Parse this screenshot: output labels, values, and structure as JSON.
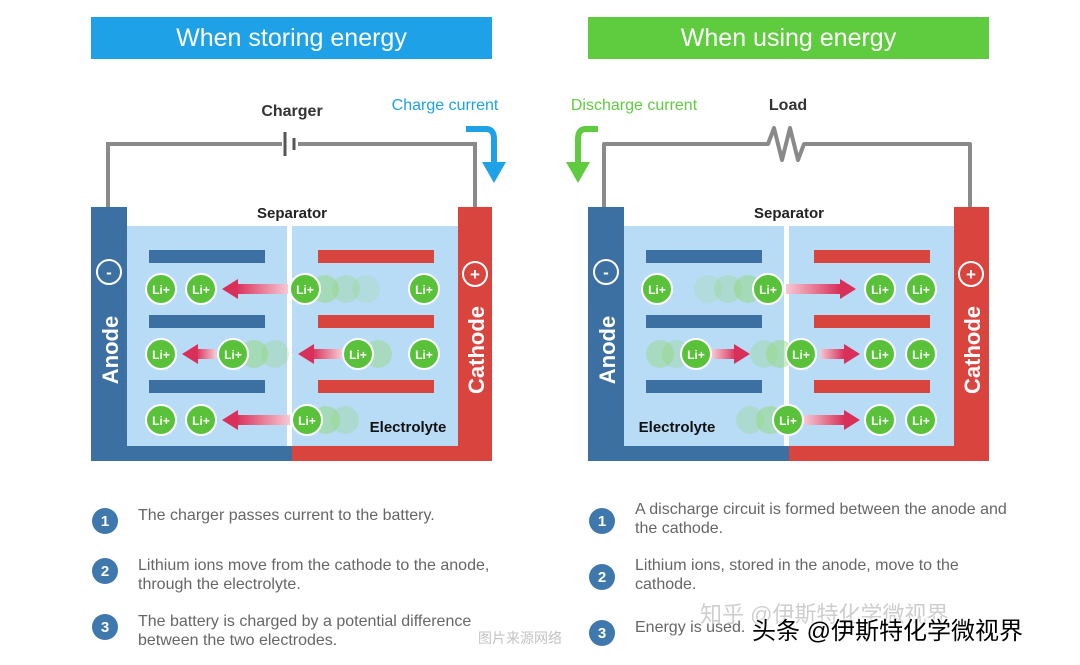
{
  "left_panel": {
    "title": "When storing energy",
    "source_label": "Charger",
    "current_label": "Charge current",
    "separator_label": "Separator",
    "electrolyte_label": "Electrolyte",
    "anode_label": "Anode",
    "cathode_label": "Cathode",
    "anode_sign": "-",
    "cathode_sign": "+",
    "ion_label": "Li+",
    "steps": [
      {
        "num": "1",
        "text": "The charger passes current to the battery."
      },
      {
        "num": "2",
        "text": "Lithium ions move from the cathode to the anode, through the electrolyte."
      },
      {
        "num": "3",
        "text": "The battery is charged by a potential difference between the two electrodes."
      }
    ]
  },
  "right_panel": {
    "title": "When using energy",
    "source_label": "Load",
    "current_label": "Discharge current",
    "separator_label": "Separator",
    "electrolyte_label": "Electrolyte",
    "anode_label": "Anode",
    "cathode_label": "Cathode",
    "anode_sign": "-",
    "cathode_sign": "+",
    "ion_label": "Li+",
    "steps": [
      {
        "num": "1",
        "text": "A discharge circuit is formed between the anode and the cathode."
      },
      {
        "num": "2",
        "text": "Lithium ions, stored in the anode, move to the cathode."
      },
      {
        "num": "3",
        "text": "Energy is used."
      }
    ]
  },
  "watermarks": {
    "zhihu": "知乎 @伊斯特化学微视界",
    "image_source": "图片来源网络",
    "toutiao": "头条 @伊斯特化学微视界"
  },
  "colors": {
    "charge_blue": "#1ea1e6",
    "discharge_green": "#5fcc3f",
    "anode_blue": "#3c6fa2",
    "cathode_red": "#d9443f",
    "electrolyte": "#b9dcf6",
    "ion_green": "#5ac23a",
    "arrow_pink": "#d9305a"
  }
}
